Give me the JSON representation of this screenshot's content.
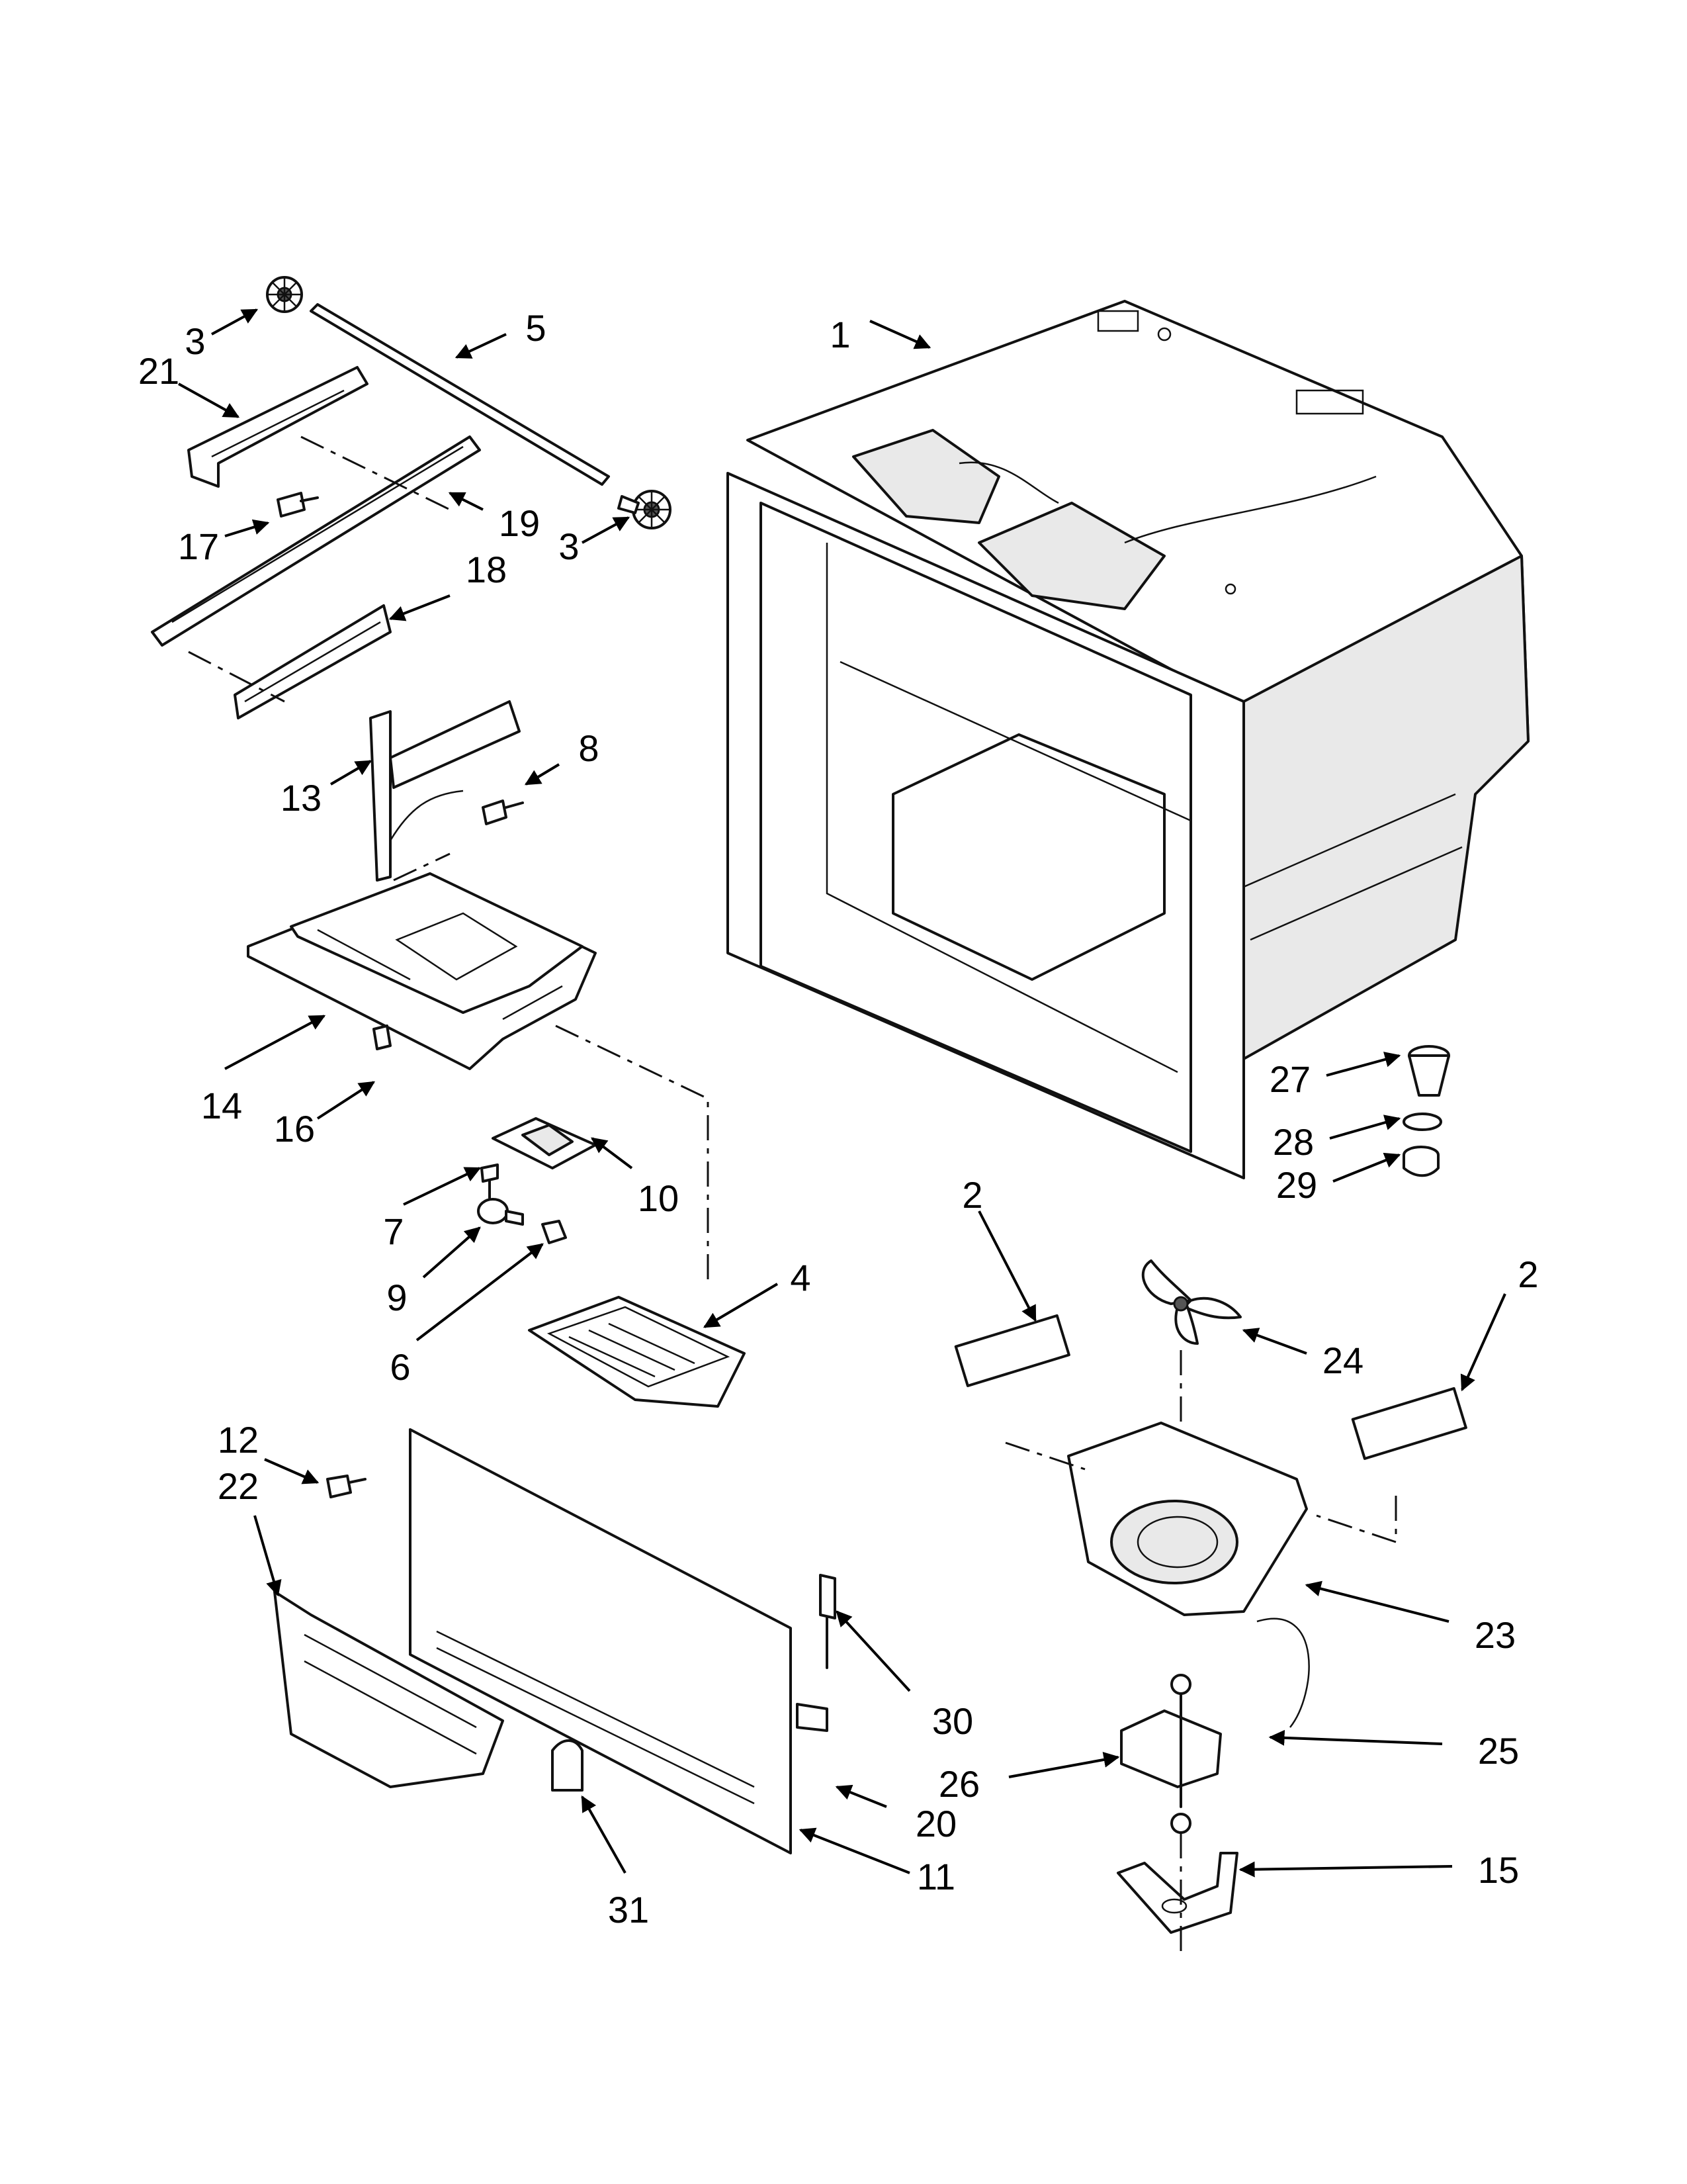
{
  "callouts": [
    {
      "id": "c1",
      "text": "1"
    },
    {
      "id": "c2a",
      "text": "2"
    },
    {
      "id": "c2b",
      "text": "2"
    },
    {
      "id": "c3a",
      "text": "3"
    },
    {
      "id": "c3b",
      "text": "3"
    },
    {
      "id": "c4",
      "text": "4"
    },
    {
      "id": "c5",
      "text": "5"
    },
    {
      "id": "c6",
      "text": "6"
    },
    {
      "id": "c7",
      "text": "7"
    },
    {
      "id": "c8",
      "text": "8"
    },
    {
      "id": "c9",
      "text": "9"
    },
    {
      "id": "c10",
      "text": "10"
    },
    {
      "id": "c11",
      "text": "11"
    },
    {
      "id": "c12",
      "text": "12"
    },
    {
      "id": "c13",
      "text": "13"
    },
    {
      "id": "c14",
      "text": "14"
    },
    {
      "id": "c15",
      "text": "15"
    },
    {
      "id": "c16",
      "text": "16"
    },
    {
      "id": "c17",
      "text": "17"
    },
    {
      "id": "c18",
      "text": "18"
    },
    {
      "id": "c19",
      "text": "19"
    },
    {
      "id": "c20",
      "text": "20"
    },
    {
      "id": "c21",
      "text": "21"
    },
    {
      "id": "c22",
      "text": "22"
    },
    {
      "id": "c23",
      "text": "23"
    },
    {
      "id": "c24",
      "text": "24"
    },
    {
      "id": "c25",
      "text": "25"
    },
    {
      "id": "c26",
      "text": "26"
    },
    {
      "id": "c27",
      "text": "27"
    },
    {
      "id": "c28",
      "text": "28"
    },
    {
      "id": "c29",
      "text": "29"
    },
    {
      "id": "c30",
      "text": "30"
    },
    {
      "id": "c31",
      "text": "31"
    }
  ]
}
